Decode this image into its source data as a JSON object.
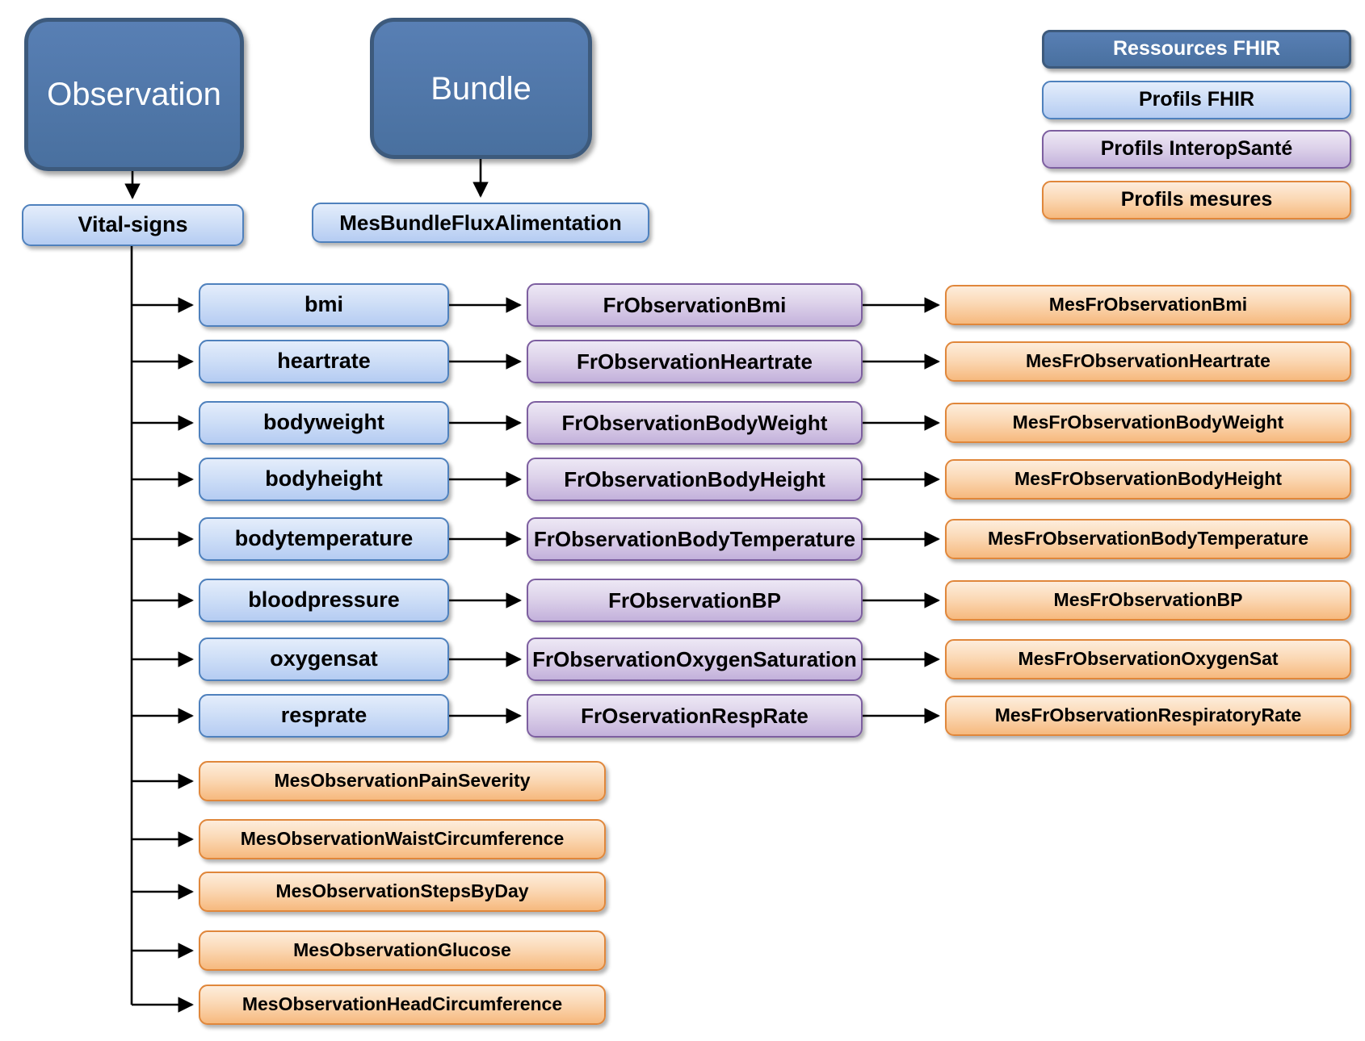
{
  "diagram": {
    "resources": {
      "observation": "Observation",
      "bundle": "Bundle"
    },
    "fhir_profiles": {
      "vital_signs": "Vital-signs",
      "bundle_profile": "MesBundleFluxAlimentation"
    },
    "legend": {
      "items": [
        {
          "label": "Ressources FHIR",
          "type": "resource"
        },
        {
          "label": "Profils FHIR",
          "type": "profile-fhir"
        },
        {
          "label": "Profils InteropSanté",
          "type": "profile-interop"
        },
        {
          "label": "Profils mesures",
          "type": "profile-mesure"
        }
      ]
    },
    "rows": [
      {
        "base": "bmi",
        "interop": "FrObservationBmi",
        "mesure": "MesFrObservationBmi"
      },
      {
        "base": "heartrate",
        "interop": "FrObservationHeartrate",
        "mesure": "MesFrObservationHeartrate"
      },
      {
        "base": "bodyweight",
        "interop": "FrObservationBodyWeight",
        "mesure": "MesFrObservationBodyWeight"
      },
      {
        "base": "bodyheight",
        "interop": "FrObservationBodyHeight",
        "mesure": "MesFrObservationBodyHeight"
      },
      {
        "base": "bodytemperature",
        "interop": "FrObservationBodyTemperature",
        "mesure": "MesFrObservationBodyTemperature"
      },
      {
        "base": "bloodpressure",
        "interop": "FrObservationBP",
        "mesure": "MesFrObservationBP"
      },
      {
        "base": "oxygensat",
        "interop": "FrObservationOxygenSaturation",
        "mesure": "MesFrObservationOxygenSat"
      },
      {
        "base": "resprate",
        "interop": "FrOservationRespRate",
        "mesure": "MesFrObservationRespiratoryRate"
      }
    ],
    "extra_mesures": [
      "MesObservationPainSeverity",
      "MesObservationWaistCircumference",
      "MesObservationStepsByDay",
      "MesObservationGlucose",
      "MesObservationHeadCircumference"
    ],
    "colors": {
      "resource_fill_top": "#587fb4",
      "resource_fill_bottom": "#49709f",
      "resource_border": "#3d5a7c",
      "profile_fhir_top": "#e4edfb",
      "profile_fhir_bottom": "#b5ccf2",
      "profile_fhir_border": "#4f81bd",
      "interop_top": "#ede8f5",
      "interop_bottom": "#c3b1db",
      "interop_border": "#7d5fa0",
      "mesure_top": "#fdeddc",
      "mesure_bottom": "#f6b97e",
      "mesure_border": "#e0873b",
      "arrow": "#000000"
    }
  }
}
